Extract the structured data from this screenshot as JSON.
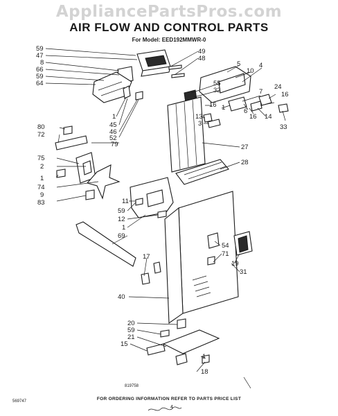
{
  "watermark": "AppliancePartsPros.com",
  "title": "AIR FLOW AND CONTROL PARTS",
  "model_line": "For Model: EED192MMWR-0",
  "footer_note": "FOR ORDERING INFORMATION REFER TO PARTS PRICE LIST",
  "code_left": "569747",
  "code_mid": "819758",
  "page_number": "4",
  "callouts": [
    "59",
    "47",
    "8",
    "66",
    "59",
    "64",
    "1",
    "45",
    "46",
    "52",
    "79",
    "80",
    "72",
    "75",
    "2",
    "1",
    "74",
    "9",
    "83",
    "49",
    "48",
    "5",
    "10",
    "4",
    "55",
    "32",
    "7",
    "24",
    "16",
    "16",
    "1",
    "13",
    "3",
    "6",
    "16",
    "14",
    "33",
    "27",
    "28",
    "11",
    "59",
    "12",
    "1",
    "69",
    "54",
    "71",
    "19",
    "31",
    "17",
    "40",
    "20",
    "59",
    "21",
    "15",
    "1",
    "18"
  ]
}
